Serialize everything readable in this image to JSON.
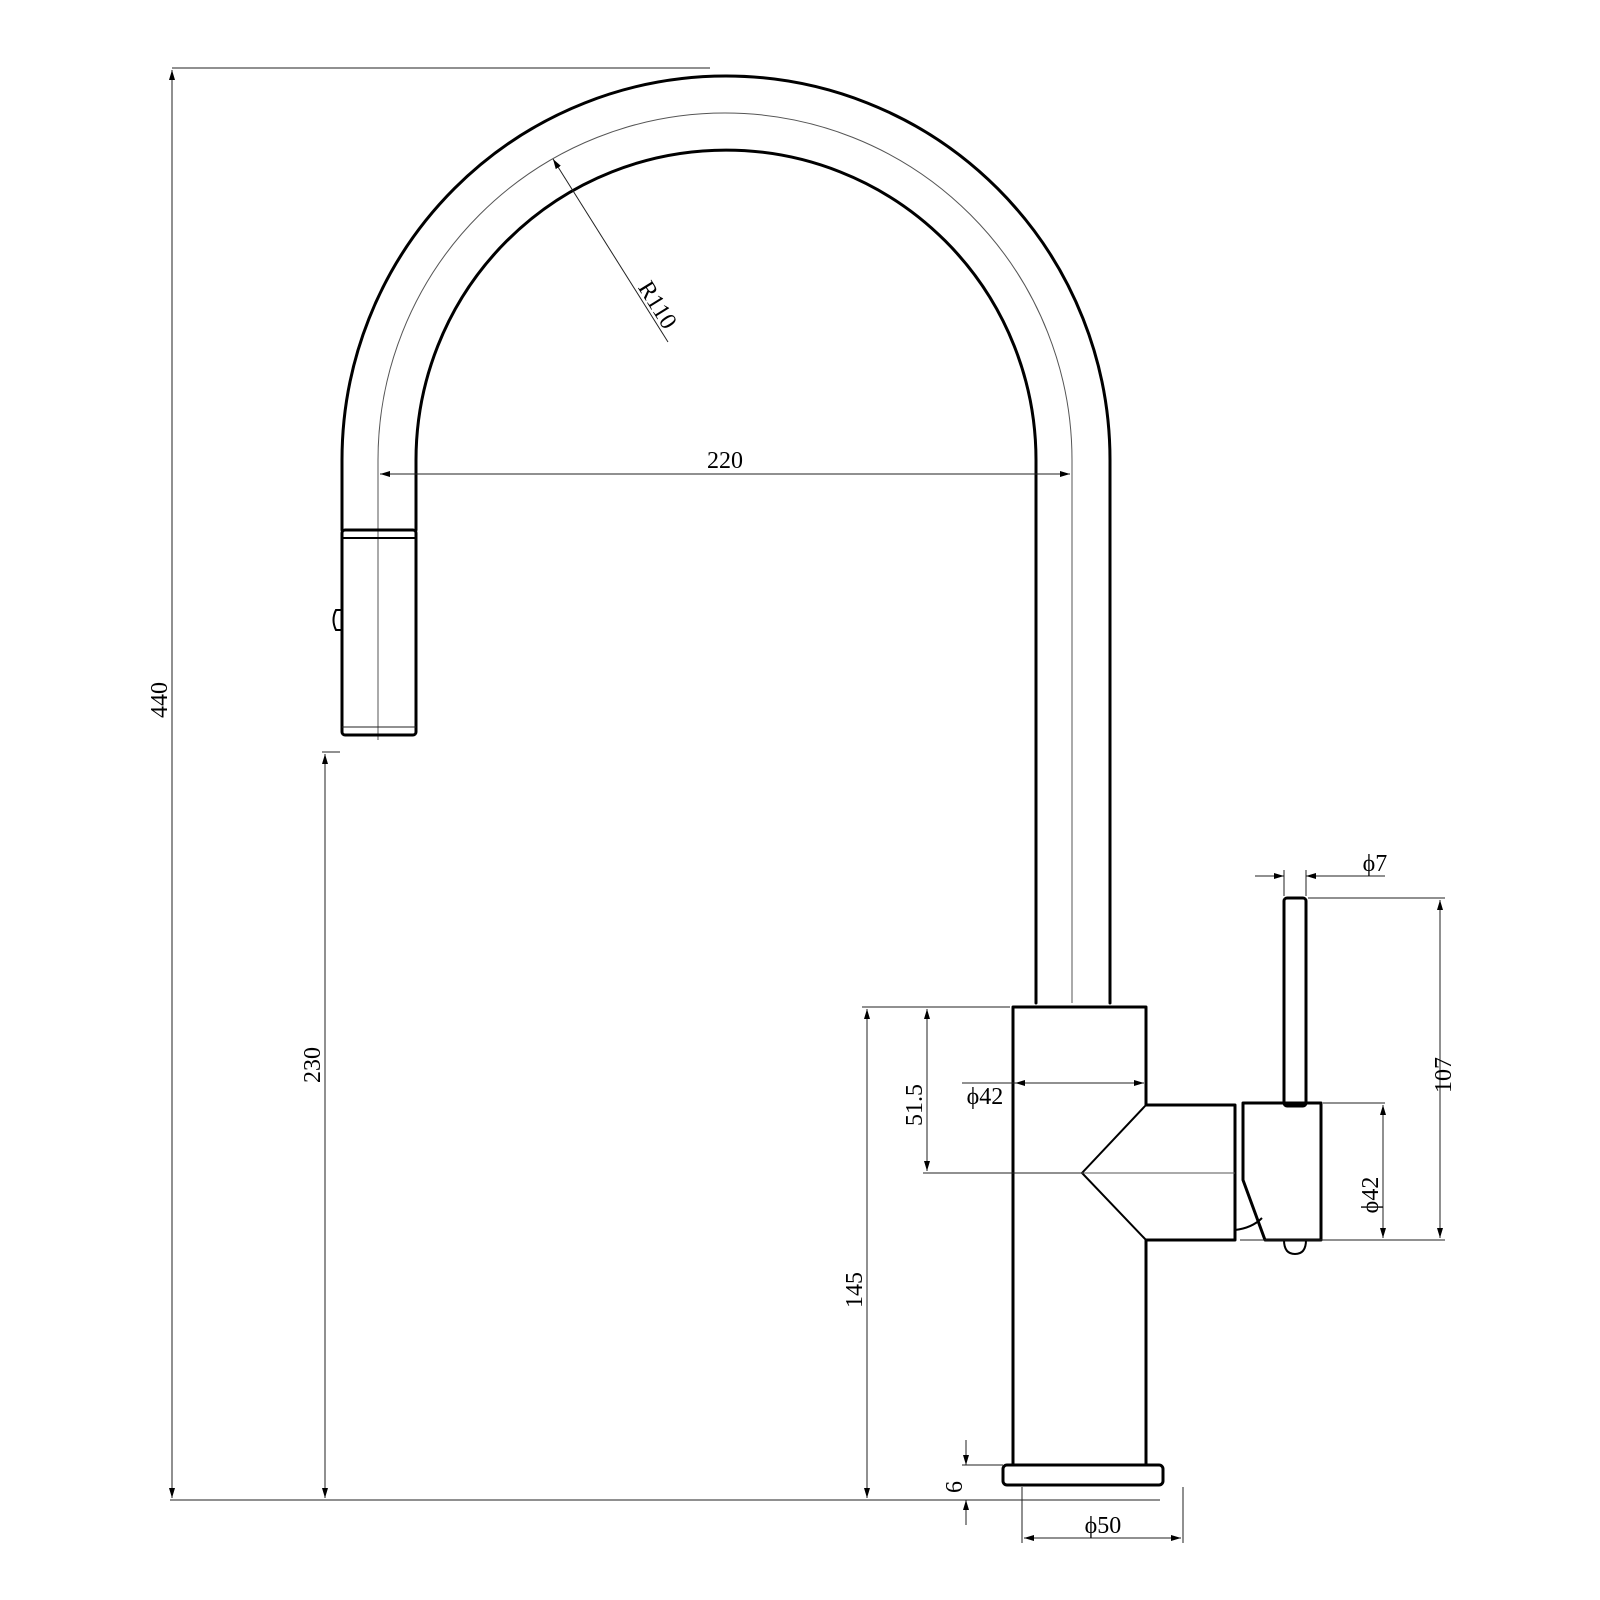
{
  "drawing": {
    "subject": "pull-down kitchen faucet technical drawing",
    "line_color": "#000000",
    "background": "#ffffff"
  },
  "dimensions": {
    "overall_height": "440",
    "spout_outlet_height": "230",
    "arc_radius": "R110",
    "spout_reach": "220",
    "body_height": "145",
    "handle_axis_height": "51.5",
    "body_diameter": "ϕ42",
    "handle_diameter": "ϕ42",
    "lever_diameter": "ϕ7",
    "lever_height": "107",
    "base_thickness": "6",
    "base_diameter": "ϕ50"
  }
}
